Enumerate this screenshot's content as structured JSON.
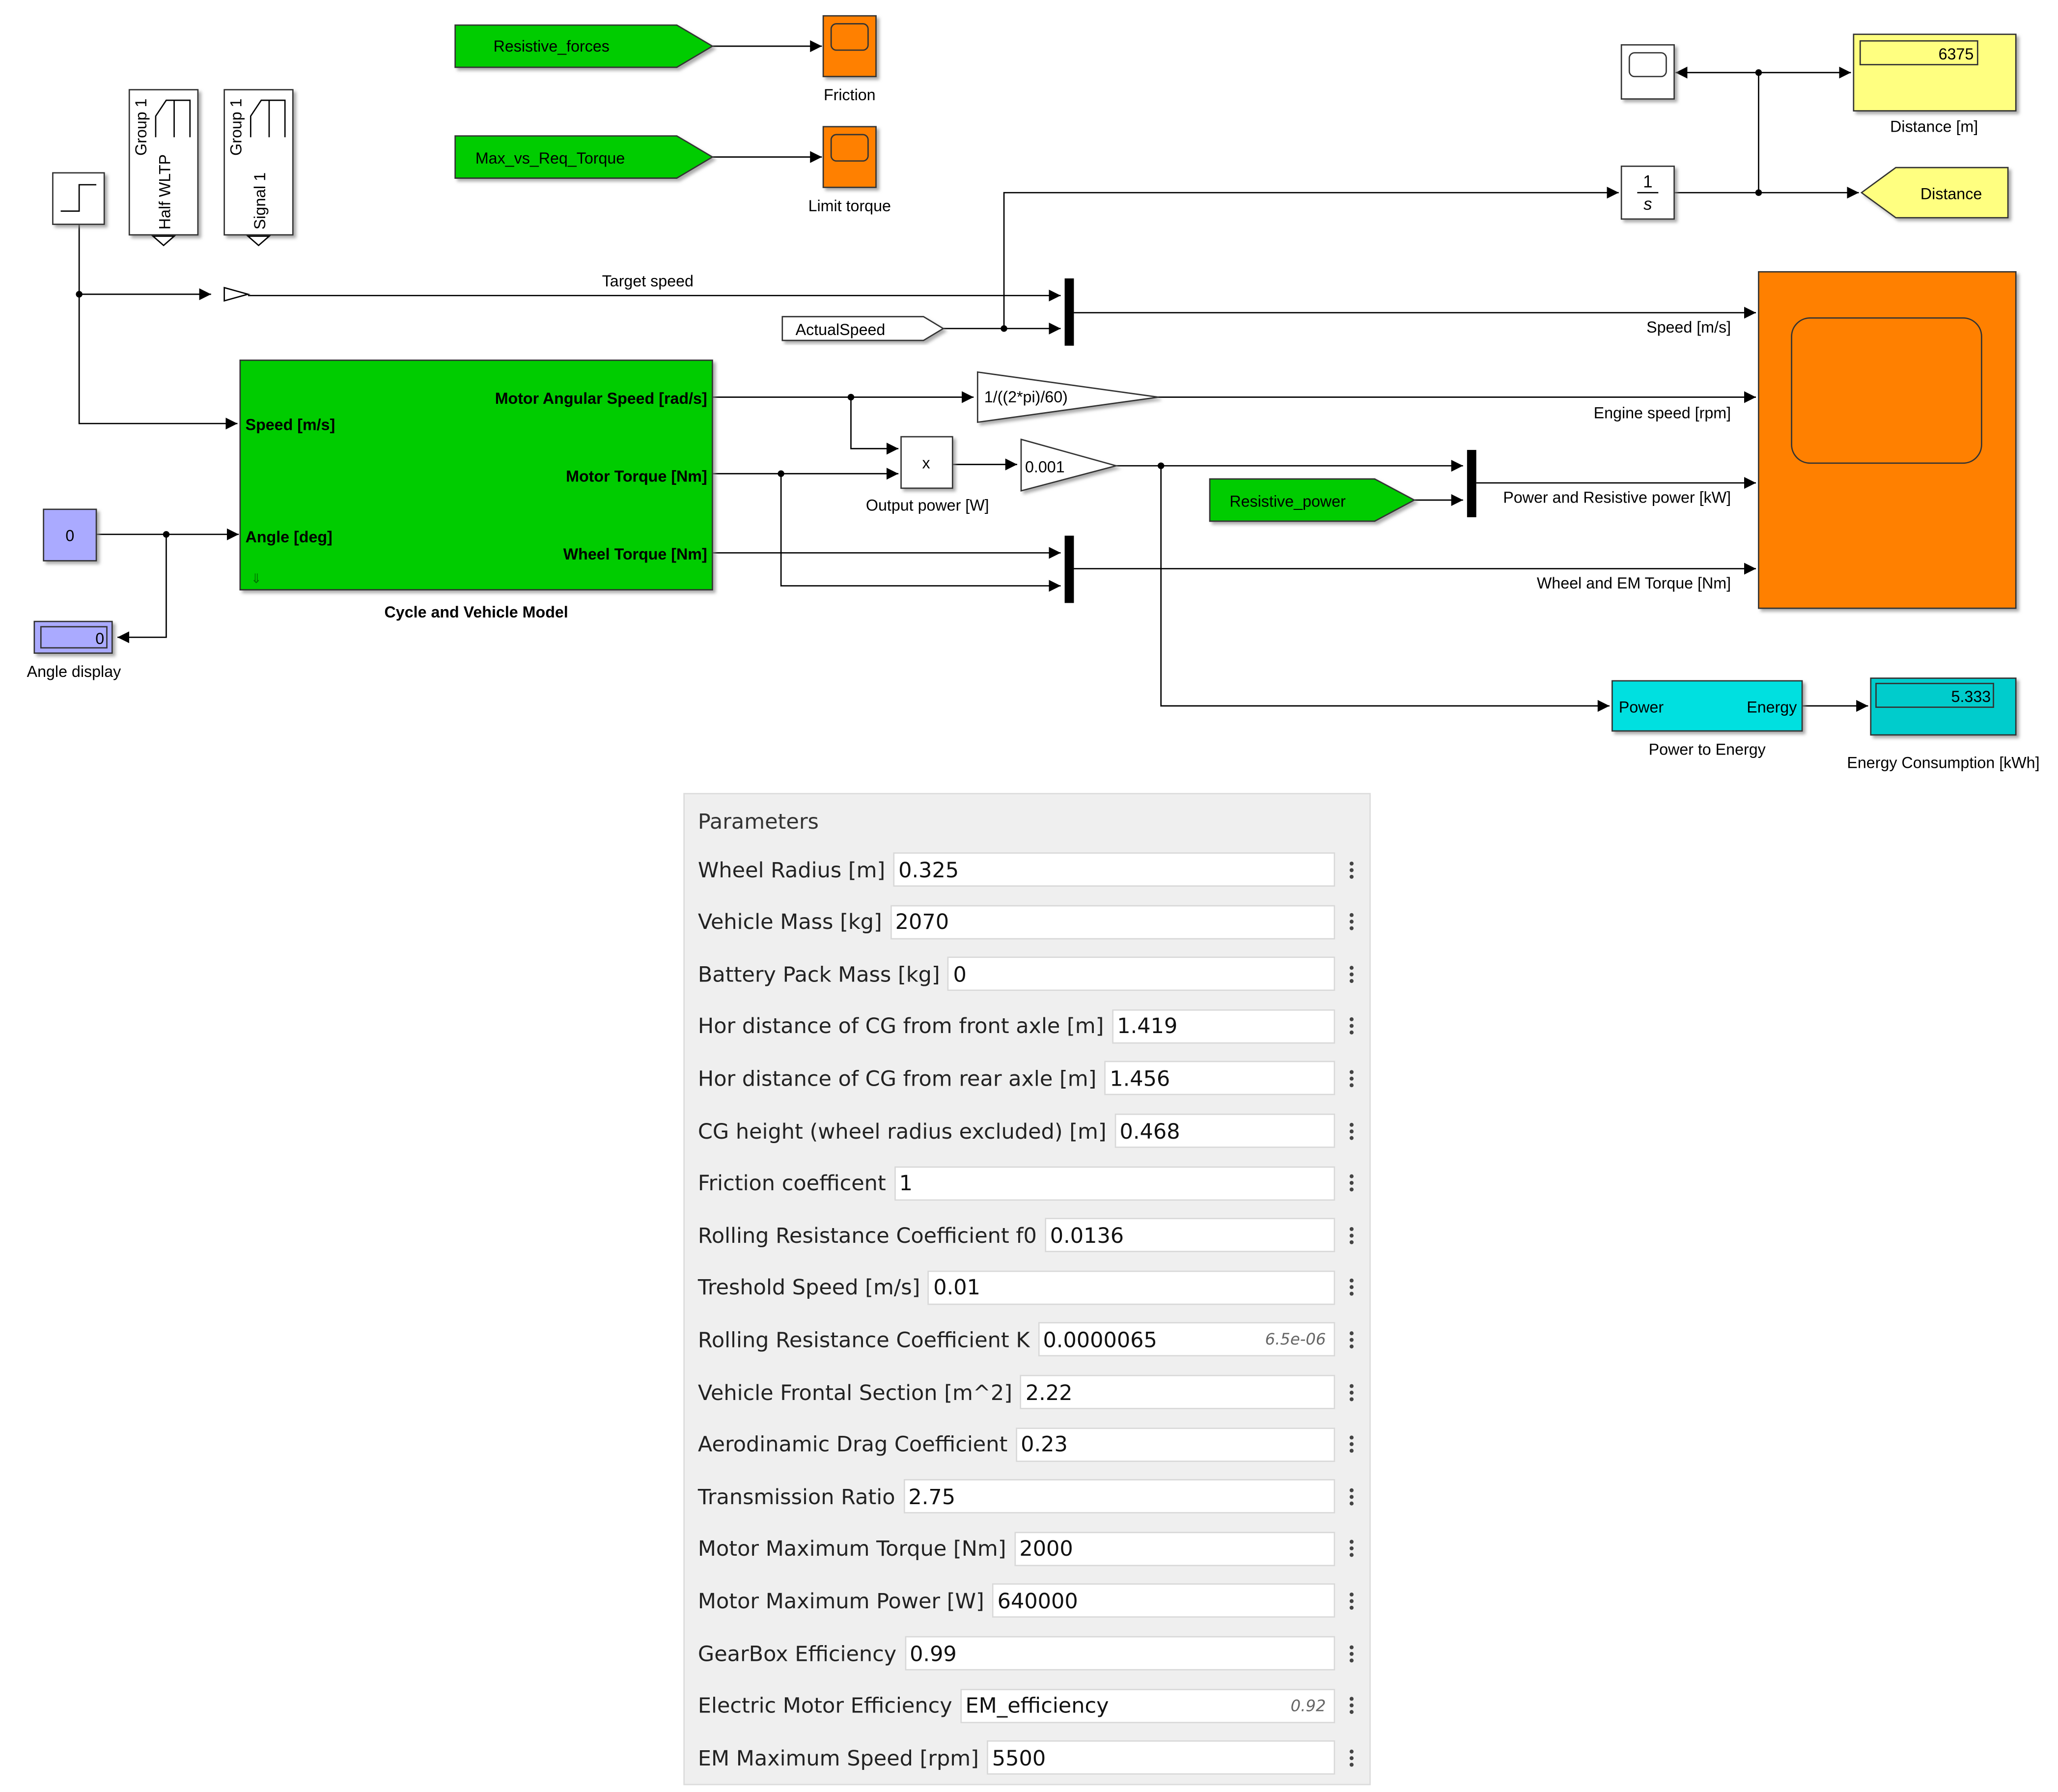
{
  "diagram": {
    "from_resistive_forces": "Resistive_forces",
    "from_max_vs_req": "Max_vs_Req_Torque",
    "scope_friction_label": "Friction",
    "scope_limit_torque_label": "Limit torque",
    "sig_builder_1_group": "Group 1",
    "sig_builder_1_signal": "Half WLTP",
    "sig_builder_2_group": "Group 1",
    "sig_builder_2_signal": "Signal 1",
    "target_speed_label": "Target speed",
    "actual_speed_from": "ActualSpeed",
    "subsystem": {
      "title": "Cycle and Vehicle Model",
      "in_speed": "Speed [m/s]",
      "in_angle": "Angle [deg]",
      "out_motor_angular_speed": "Motor Angular Speed [rad/s]",
      "out_motor_torque": "Motor Torque [Nm]",
      "out_wheel_torque": "Wheel Torque [Nm]"
    },
    "constant_angle_value": "0",
    "angle_display_value": "0",
    "angle_display_label": "Angle display",
    "gain_rpm": "1/((2*pi)/60)",
    "product_symbol": "x",
    "product_label": "Output power [W]",
    "gain_kw": "0.001",
    "from_resistive_power": "Resistive_power",
    "integrator_num": "1",
    "integrator_den": "s",
    "distance_display_value": "6375",
    "distance_display_label": "Distance [m]",
    "goto_distance": "Distance",
    "scope_signals": {
      "speed": "Speed [m/s]",
      "engine_speed": "Engine speed [rpm]",
      "power": "Power and Resistive power [kW]",
      "torque": "Wheel and EM Torque [Nm]"
    },
    "power_to_energy": {
      "in": "Power",
      "out": "Energy",
      "label": "Power to Energy"
    },
    "energy_display_value": "5.333",
    "energy_display_label": "Energy Consumption [kWh]",
    "colors": {
      "green": "#00cc00",
      "orange": "#ff8000",
      "yellow": "#ffff80",
      "cyan": "#00cccc",
      "lavender": "#aaaaff"
    }
  },
  "parameters": {
    "title": "Parameters",
    "rows": [
      {
        "label": "Wheel Radius [m]",
        "value": "0.325",
        "hint": ""
      },
      {
        "label": "Vehicle Mass [kg]",
        "value": "2070",
        "hint": ""
      },
      {
        "label": "Battery Pack Mass [kg]",
        "value": "0",
        "hint": ""
      },
      {
        "label": "Hor distance of CG from front axle [m]",
        "value": "1.419",
        "hint": ""
      },
      {
        "label": "Hor distance of CG from rear axle [m]",
        "value": "1.456",
        "hint": ""
      },
      {
        "label": "CG height (wheel radius excluded) [m]",
        "value": "0.468",
        "hint": ""
      },
      {
        "label": "Friction coefficent",
        "value": "1",
        "hint": ""
      },
      {
        "label": "Rolling Resistance Coefficient f0",
        "value": "0.0136",
        "hint": ""
      },
      {
        "label": "Treshold Speed [m/s]",
        "value": "0.01",
        "hint": ""
      },
      {
        "label": "Rolling Resistance Coefficient K",
        "value": "0.0000065",
        "hint": "6.5e-06"
      },
      {
        "label": "Vehicle Frontal Section [m^2]",
        "value": "2.22",
        "hint": ""
      },
      {
        "label": "Aerodinamic Drag Coefficient",
        "value": "0.23",
        "hint": ""
      },
      {
        "label": "Transmission Ratio",
        "value": "2.75",
        "hint": ""
      },
      {
        "label": "Motor Maximum Torque [Nm]",
        "value": "2000",
        "hint": ""
      },
      {
        "label": "Motor Maximum Power [W]",
        "value": "640000",
        "hint": ""
      },
      {
        "label": "GearBox Efficiency",
        "value": "0.99",
        "hint": ""
      },
      {
        "label": "Electric Motor Efficiency",
        "value": "EM_efficiency",
        "hint": "0.92"
      },
      {
        "label": "EM Maximum Speed [rpm]",
        "value": "5500",
        "hint": ""
      }
    ]
  }
}
